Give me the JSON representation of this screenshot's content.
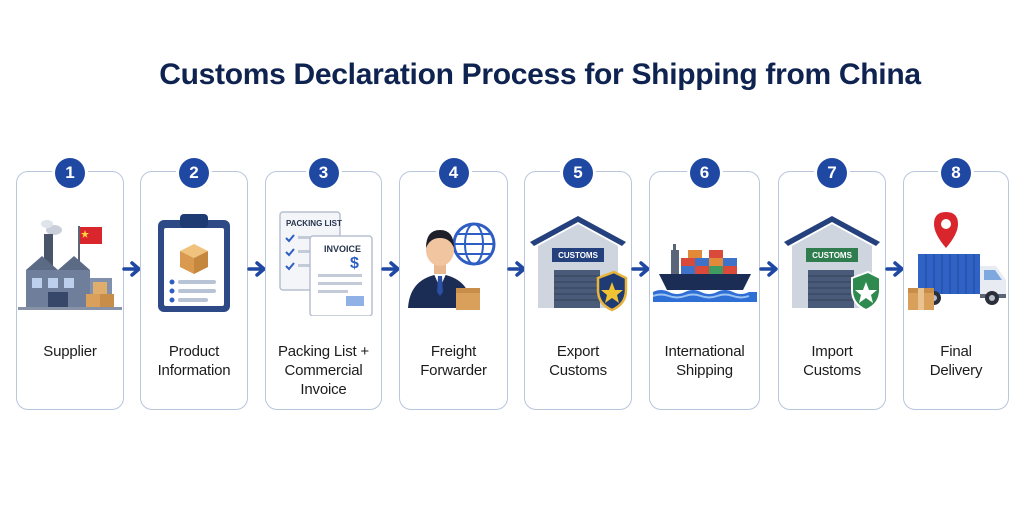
{
  "title": "Customs Declaration Process for Shipping from China",
  "colors": {
    "accent": "#1f48a3",
    "title": "#0f2350",
    "border": "#b9c6dc",
    "china_red": "#d8262c"
  },
  "steps": [
    {
      "number": "1",
      "label": "Supplier",
      "icon": "factory-icon"
    },
    {
      "number": "2",
      "label": "Product\nInformation",
      "icon": "clipboard-icon"
    },
    {
      "number": "3",
      "label": "Packing List +\nCommercial Invoice",
      "icon": "documents-icon",
      "doc_labels": [
        "PACKING LIST",
        "INVOICE",
        "$"
      ]
    },
    {
      "number": "4",
      "label": "Freight\nForwarder",
      "icon": "agent-globe-icon"
    },
    {
      "number": "5",
      "label": "Export\nCustoms",
      "icon": "customs-warehouse-icon",
      "sign": "CUSTOMS"
    },
    {
      "number": "6",
      "label": "International\nShipping",
      "icon": "container-ship-icon"
    },
    {
      "number": "7",
      "label": "Import\nCustoms",
      "icon": "customs-warehouse-icon",
      "sign": "CUSTOMS"
    },
    {
      "number": "8",
      "label": "Final\nDelivery",
      "icon": "delivery-truck-icon"
    }
  ]
}
